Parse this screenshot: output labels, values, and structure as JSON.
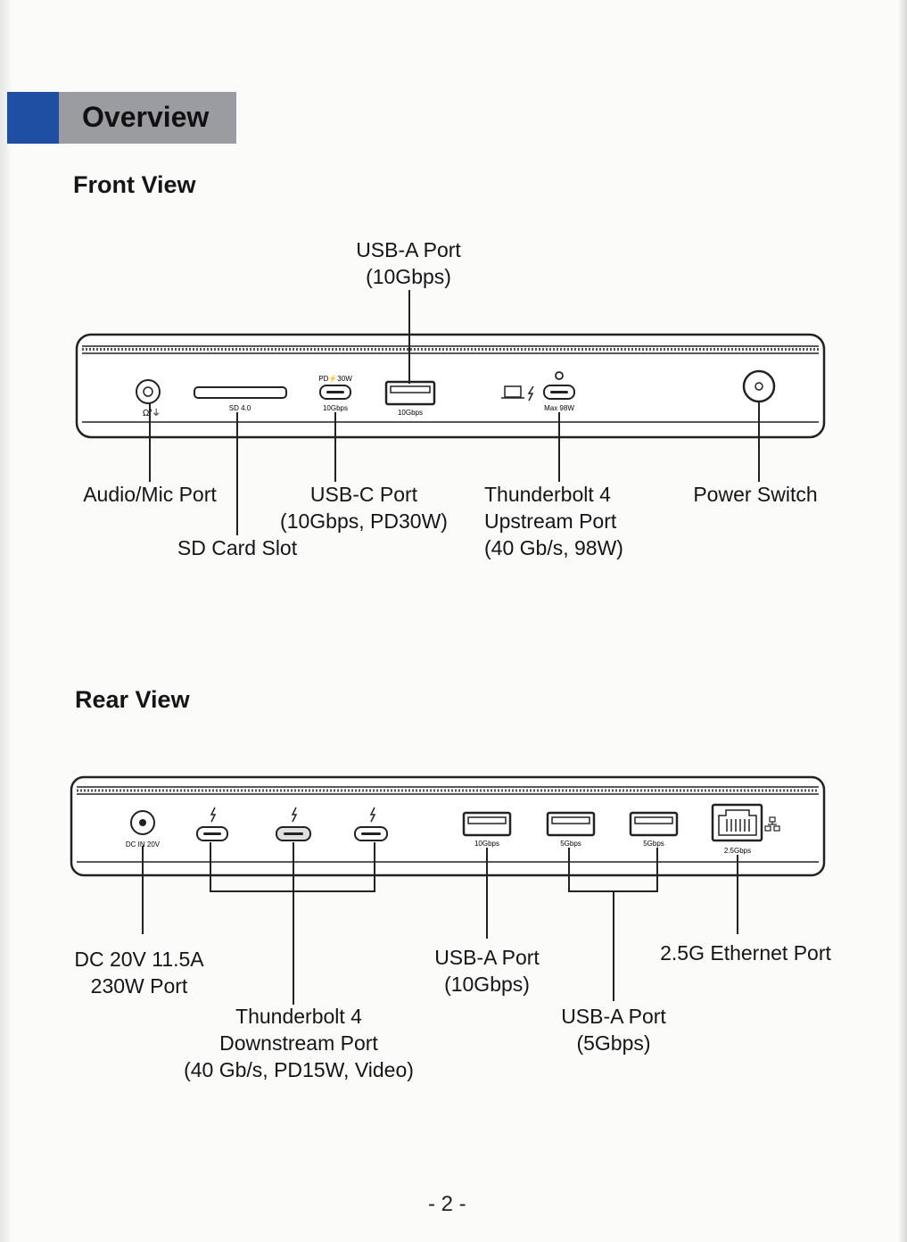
{
  "header": {
    "title": "Overview"
  },
  "front_view": {
    "title": "Front View",
    "device_markings": {
      "audio_symbol": "Ω/⏚",
      "sd": "SD 4.0",
      "usbc_pd": "PD⚡30W",
      "usbc_speed": "10Gbps",
      "usba_speed": "10Gbps",
      "tb_power": "Max 98W"
    },
    "labels": {
      "usba": [
        "USB-A Port",
        "(10Gbps)"
      ],
      "audio": [
        "Audio/Mic Port"
      ],
      "sd": [
        "SD Card Slot"
      ],
      "usbc": [
        "USB-C Port",
        "(10Gbps, PD30W)"
      ],
      "thunderbolt": [
        "Thunderbolt 4",
        "Upstream Port",
        "(40 Gb/s, 98W)"
      ],
      "power": [
        "Power Switch"
      ]
    }
  },
  "rear_view": {
    "title": "Rear View",
    "device_markings": {
      "dc": "DC IN 20V",
      "usba_1": "10Gbps",
      "usba_2": "5Gbps",
      "usba_3": "5Gbps",
      "ethernet": "2.5Gbps"
    },
    "labels": {
      "dc": [
        "DC 20V 11.5A",
        "230W Port"
      ],
      "thunderbolt": [
        "Thunderbolt 4",
        "Downstream Port",
        "(40 Gb/s, PD15W, Video)"
      ],
      "usba_10": [
        "USB-A Port",
        "(10Gbps)"
      ],
      "usba_5": [
        "USB-A Port",
        "(5Gbps)"
      ],
      "ethernet": [
        "2.5G Ethernet Port"
      ]
    }
  },
  "page_number": "- 2 -"
}
